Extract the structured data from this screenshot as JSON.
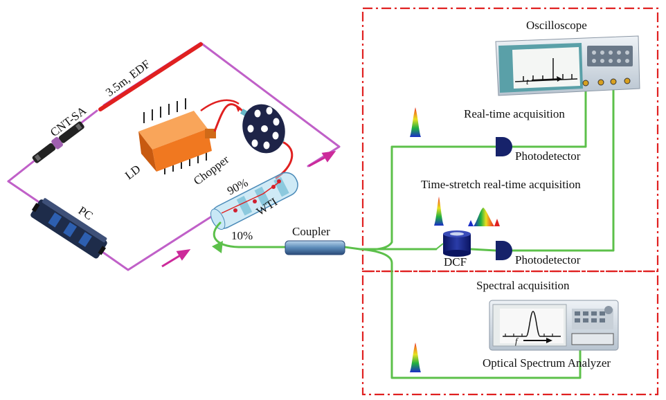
{
  "labels": {
    "cnt_sa": "CNT-SA",
    "edf": "3.5m, EDF",
    "ld": "LD",
    "chopper": "Chopper",
    "pc": "PC",
    "wti": "WTI",
    "pct90": "90%",
    "pct10": "10%",
    "coupler": "Coupler",
    "oscilloscope": "Oscilloscope",
    "real_time": "Real-time acquisition",
    "photodetector_top": "Photodetector",
    "time_stretch": "Time-stretch real-time acquisition",
    "dcf": "DCF",
    "photodetector_bottom": "Photodetector",
    "spectral": "Spectral acquisition",
    "osa": "Optical Spectrum Analyzer",
    "axis_t": "t",
    "axis_f": "f"
  },
  "colors": {
    "ring_fiber": "#c060c8",
    "output_fiber": "#5cc04a",
    "edf": "#e02020",
    "dashed_box": "#e02020",
    "ld_body": "#f07820",
    "pc_body": "#1e2c4a",
    "wti_glass": "#a8d8ee",
    "coupler": "#5a8ab8",
    "arrow": "#cc2a9a",
    "photodetector": "#16226a"
  },
  "icons": {
    "oscilloscope": "oscilloscope-icon",
    "osa": "spectrum-analyzer-icon",
    "photodetector": "photodetector-icon",
    "chopper": "chopper-wheel-icon",
    "laser_diode": "laser-diode-icon",
    "polarization_controller": "polarization-controller-icon"
  }
}
